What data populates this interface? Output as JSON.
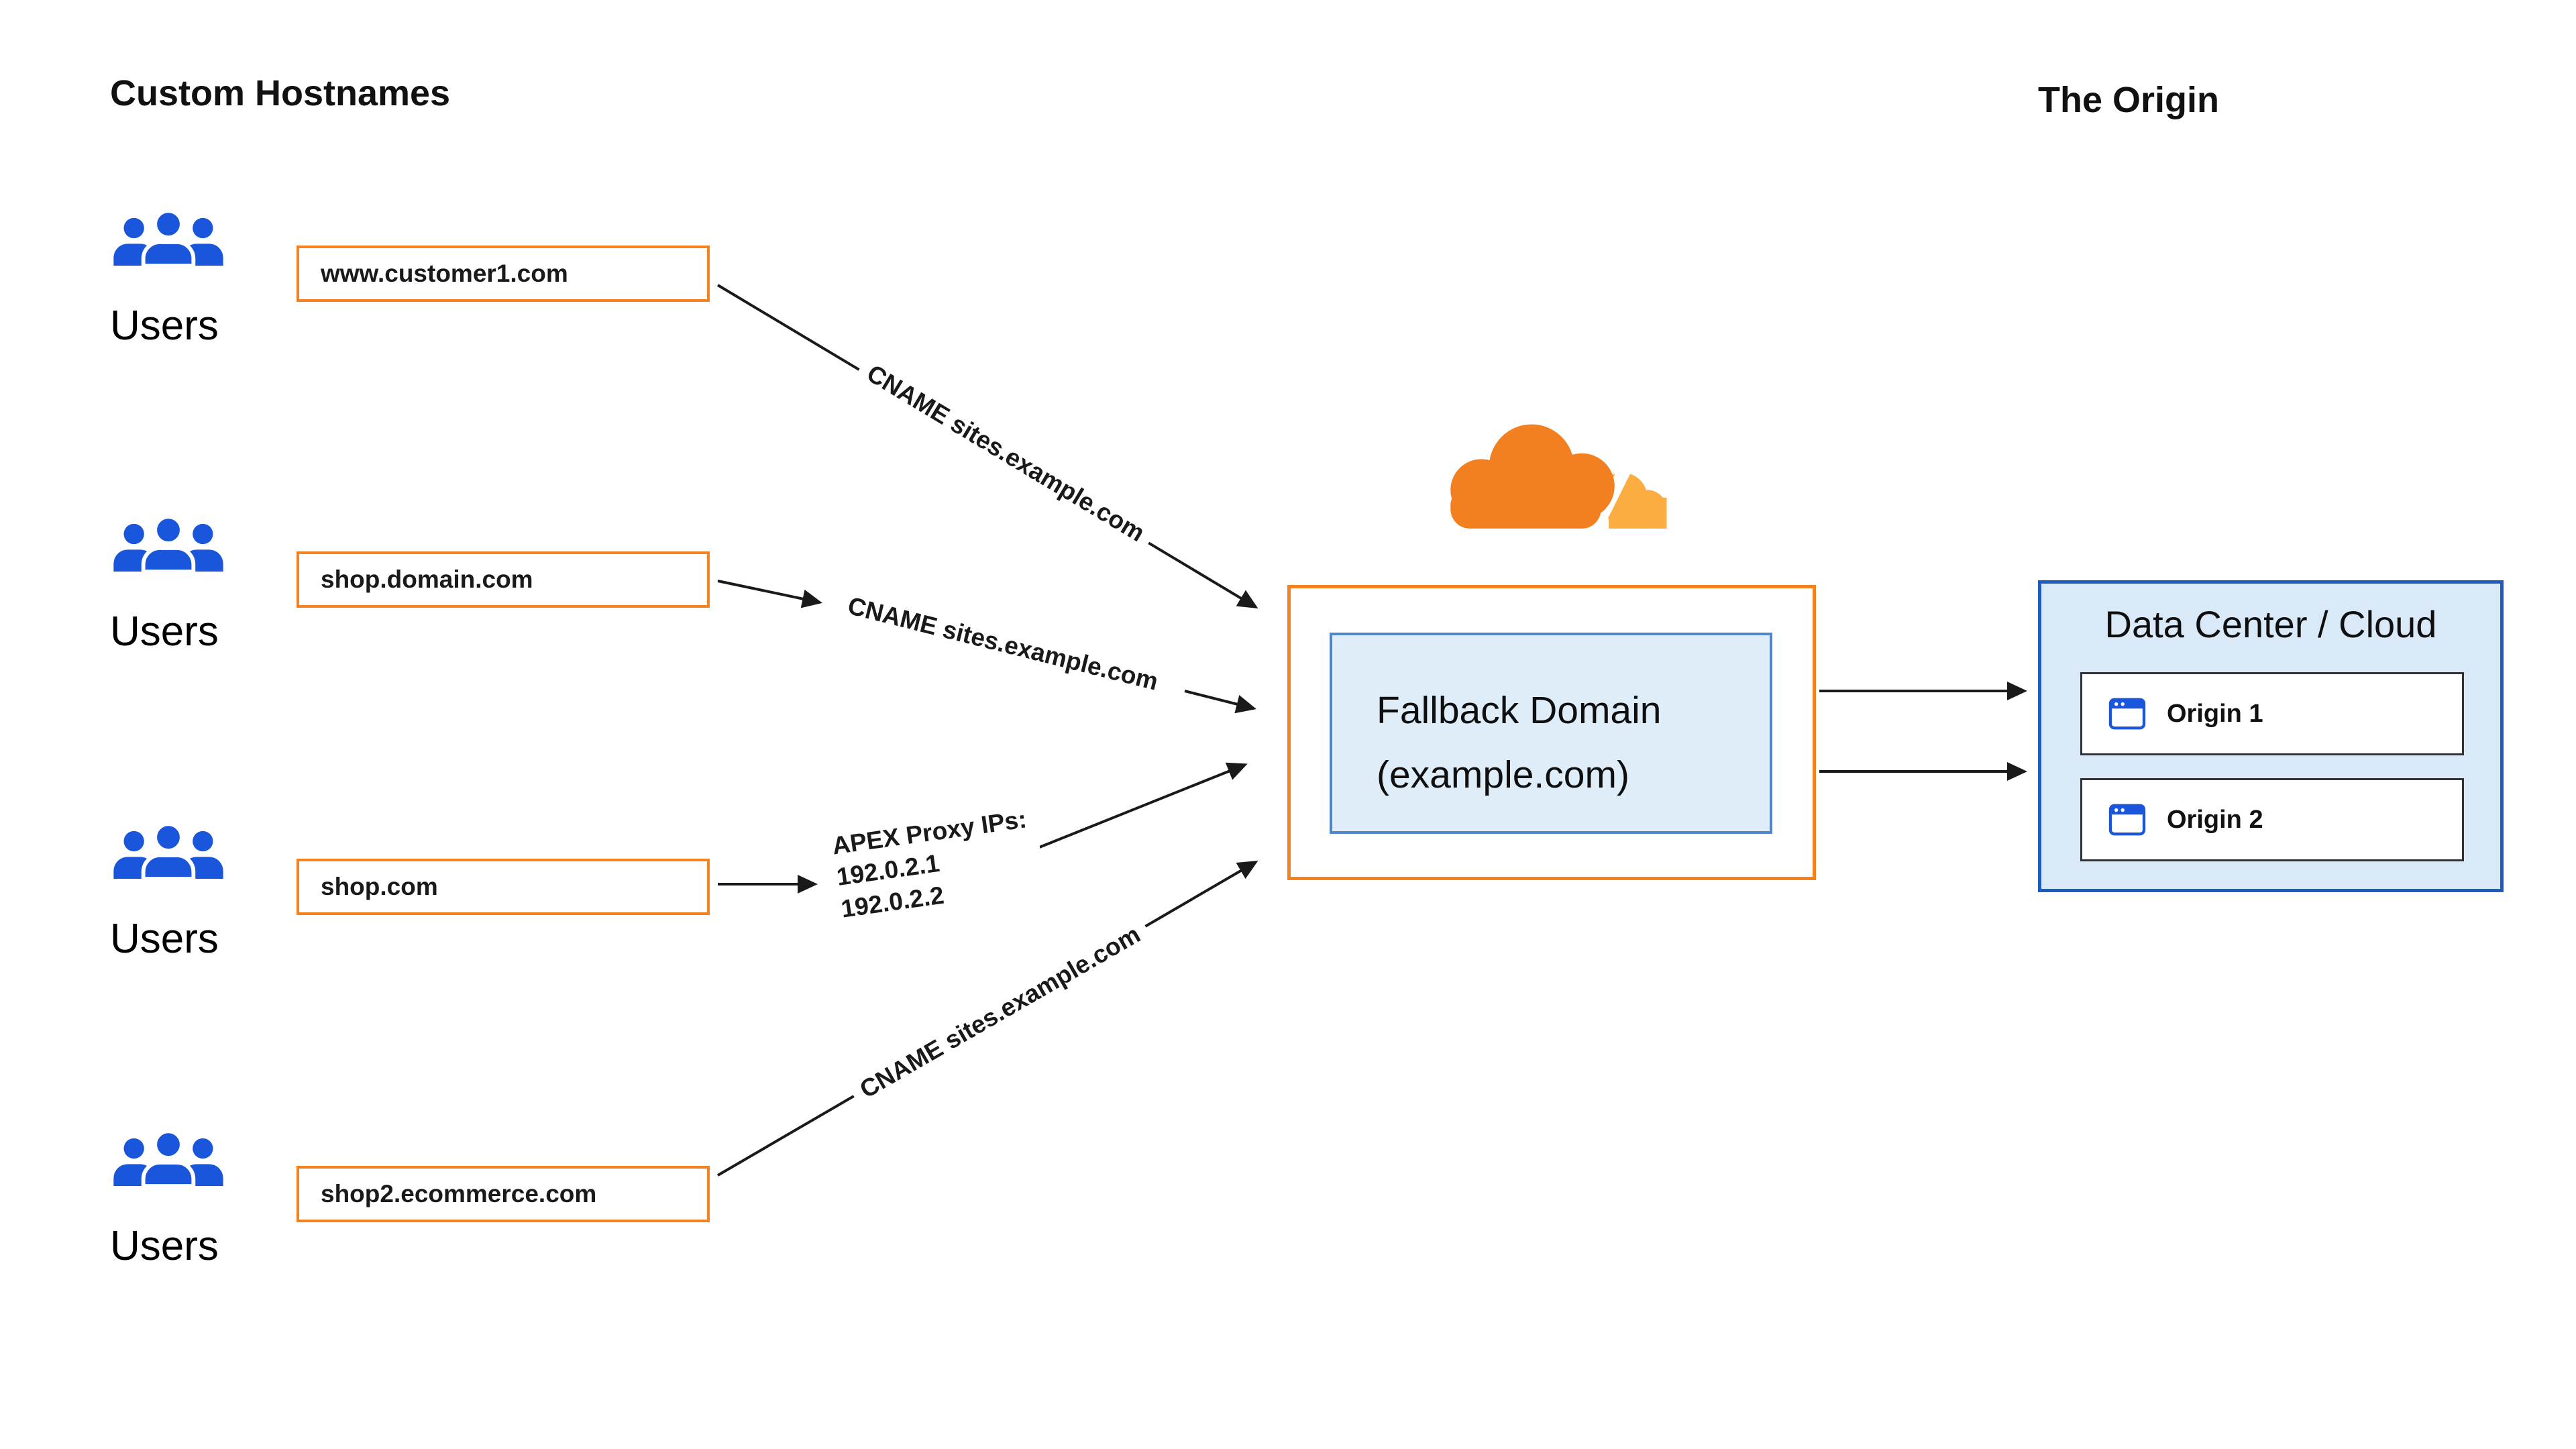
{
  "headings": {
    "custom_hostnames": "Custom Hostnames",
    "the_origin": "The Origin"
  },
  "user_groups": [
    {
      "label": "Users",
      "hostname": "www.customer1.com"
    },
    {
      "label": "Users",
      "hostname": "shop.domain.com"
    },
    {
      "label": "Users",
      "hostname": "shop.com"
    },
    {
      "label": "Users",
      "hostname": "shop2.ecommerce.com"
    }
  ],
  "connections": [
    {
      "from": "www.customer1.com",
      "to": "Fallback Domain",
      "label": "CNAME sites.example.com"
    },
    {
      "from": "shop.domain.com",
      "to": "Fallback Domain",
      "label": "CNAME sites.example.com"
    },
    {
      "from": "shop.com",
      "to": "Fallback Domain",
      "label_lines": [
        "APEX Proxy IPs:",
        "192.0.2.1",
        "192.0.2.2"
      ]
    },
    {
      "from": "shop2.ecommerce.com",
      "to": "Fallback Domain",
      "label": "CNAME sites.example.com"
    }
  ],
  "fallback_domain": {
    "title": "Fallback Domain",
    "subtitle": "(example.com)"
  },
  "origin_panel": {
    "title": "Data Center / Cloud",
    "origins": [
      {
        "label": "Origin 1"
      },
      {
        "label": "Origin 2"
      }
    ]
  },
  "icons": {
    "users": "users-group-icon",
    "cloudflare": "cloudflare-logo",
    "origin_item": "browser-window-icon"
  },
  "colors": {
    "orange_border": "#F6821F",
    "cloudflare_orange": "#F38020",
    "cloudflare_light_orange": "#FBAD41",
    "blue_icon": "#1A56DB",
    "panel_border_blue": "#1D5BBF",
    "panel_fill": "#D9E9F8",
    "fallback_inner_fill": "#DFEDF9",
    "fallback_inner_border": "#4E86C6",
    "arrow": "#1A1A1A"
  }
}
